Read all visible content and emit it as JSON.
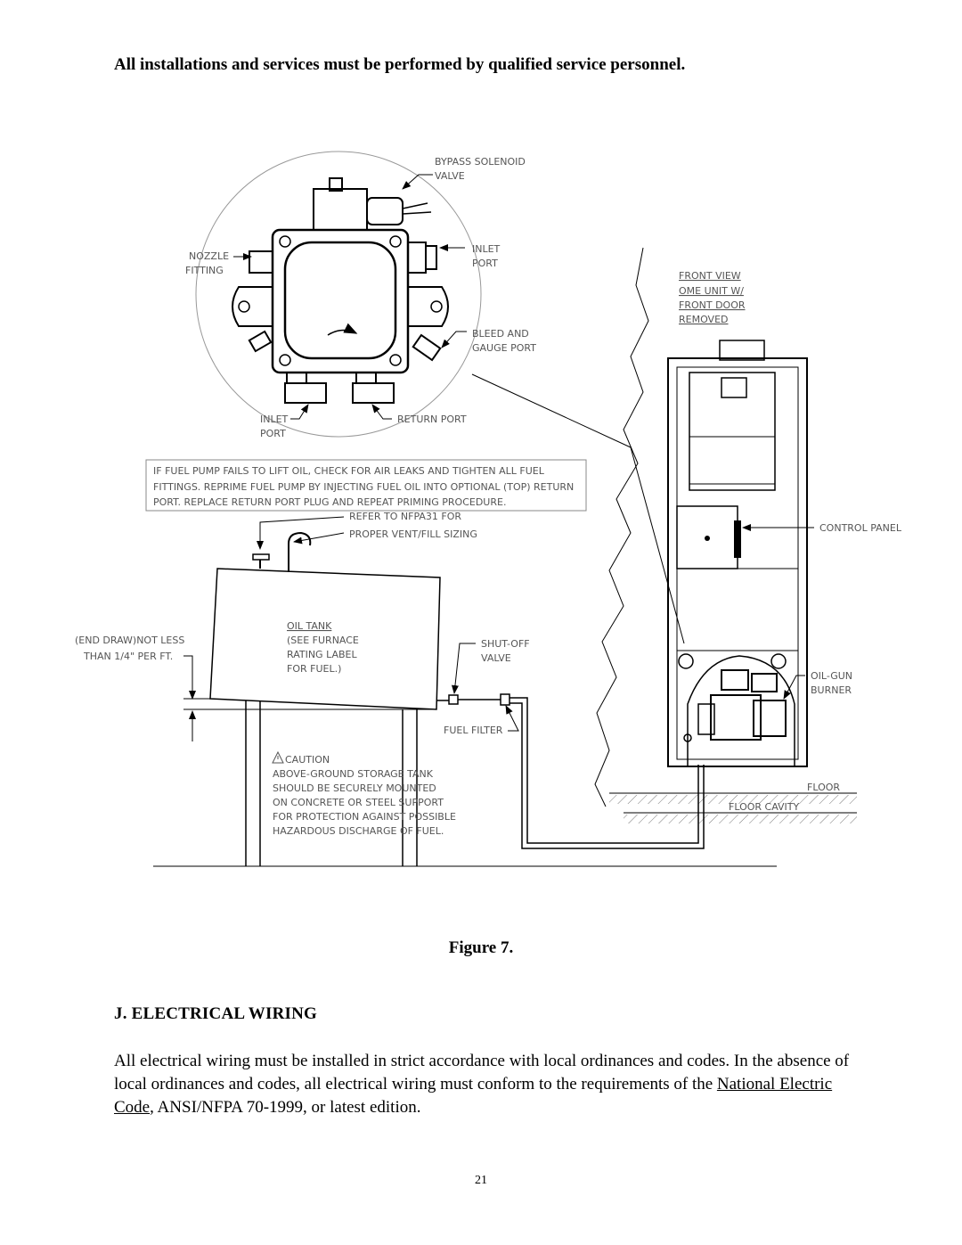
{
  "header": {
    "warning": "All installations and services must be performed by qualified service personnel."
  },
  "figure": {
    "labels": {
      "bypass_solenoid_1": "BYPASS SOLENOID",
      "bypass_solenoid_2": "VALVE",
      "nozzle_1": "NOZZLE",
      "nozzle_2": "FITTING",
      "inlet_top_1": "INLET",
      "inlet_top_2": "PORT",
      "bleed_1": "BLEED AND",
      "bleed_2": "GAUGE PORT",
      "inlet_bottom_1": "INLET",
      "inlet_bottom_2": "PORT",
      "return_port": "RETURN PORT",
      "front_view_1": "FRONT VIEW",
      "front_view_2": "OME UNIT W/",
      "front_view_3": "FRONT DOOR",
      "front_view_4": "REMOVED",
      "note_1": "IF FUEL PUMP FAILS TO LIFT OIL, CHECK FOR AIR LEAKS AND TIGHTEN ALL FUEL",
      "note_2": "FITTINGS. REPRIME FUEL PUMP BY INJECTING FUEL OIL INTO OPTIONAL (TOP) RETURN",
      "note_3": "PORT. REPLACE RETURN PORT PLUG AND REPEAT PRIMING PROCEDURE.",
      "refer_1": "REFER TO NFPA31 FOR",
      "refer_2": "PROPER VENT/FILL SIZING",
      "control_panel": "CONTROL PANEL",
      "end_draw_1": "(END DRAW)NOT LESS",
      "end_draw_2": "THAN 1/4\" PER FT.",
      "oil_tank_1": "OIL TANK",
      "oil_tank_2": "(SEE FURNACE",
      "oil_tank_3": "RATING LABEL",
      "oil_tank_4": "FOR FUEL.)",
      "shutoff_1": "SHUT-OFF",
      "shutoff_2": "VALVE",
      "oil_gun_1": "OIL-GUN",
      "oil_gun_2": "BURNER",
      "fuel_filter": "FUEL FILTER",
      "caution_title": "CAUTION",
      "caution_1": "ABOVE-GROUND STORAGE TANK",
      "caution_2": "SHOULD BE SECURELY MOUNTED",
      "caution_3": "ON CONCRETE OR STEEL SUPPORT",
      "caution_4": "FOR PROTECTION AGAINST POSSIBLE",
      "caution_5": "HAZARDOUS DISCHARGE OF FUEL.",
      "floor": "FLOOR",
      "floor_cavity": "FLOOR CAVITY"
    },
    "caption": "Figure 7."
  },
  "section": {
    "heading": "J.  ELECTRICAL WIRING",
    "para_start": "All electrical wiring must be installed in strict accordance with local ordinances and codes. In the absence of local ordinances and codes, all electrical wiring must conform to the requirements of the ",
    "para_link": "National Electric Code",
    "para_end": ", ANSI/NFPA 70-1999, or latest edition."
  },
  "footer": {
    "page_number": "21"
  }
}
